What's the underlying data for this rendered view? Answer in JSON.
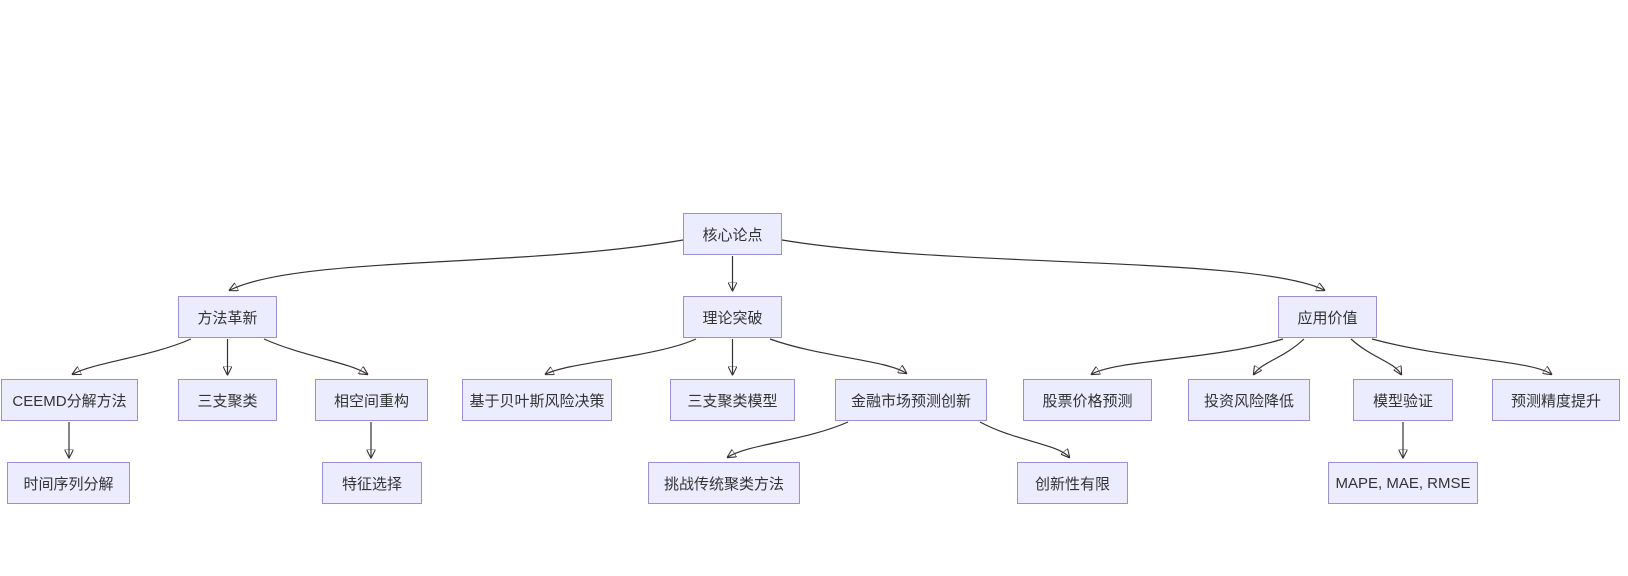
{
  "diagram": {
    "type": "flowchart",
    "direction": "top-down",
    "colors": {
      "node_fill": "#ECECFF",
      "node_border": "#9a90cf",
      "edge": "#333333",
      "text": "#333333",
      "background": "#ffffff"
    },
    "nodes": [
      {
        "id": "core",
        "label": "核心论点"
      },
      {
        "id": "method",
        "label": "方法革新"
      },
      {
        "id": "theory",
        "label": "理论突破"
      },
      {
        "id": "application",
        "label": "应用价值"
      },
      {
        "id": "ceemd",
        "label": "CEEMD分解方法"
      },
      {
        "id": "three-way",
        "label": "三支聚类"
      },
      {
        "id": "phase-space",
        "label": "相空间重构"
      },
      {
        "id": "bayes",
        "label": "基于贝叶斯风险决策"
      },
      {
        "id": "three-way-model",
        "label": "三支聚类模型"
      },
      {
        "id": "finance",
        "label": "金融市场预测创新"
      },
      {
        "id": "stock",
        "label": "股票价格预测"
      },
      {
        "id": "risk",
        "label": "投资风险降低"
      },
      {
        "id": "validation",
        "label": "模型验证"
      },
      {
        "id": "precision",
        "label": "预测精度提升"
      },
      {
        "id": "time-series",
        "label": "时间序列分解"
      },
      {
        "id": "feature",
        "label": "特征选择"
      },
      {
        "id": "challenge",
        "label": "挑战传统聚类方法"
      },
      {
        "id": "limited",
        "label": "创新性有限"
      },
      {
        "id": "metrics",
        "label": "MAPE, MAE, RMSE"
      }
    ],
    "edges": [
      {
        "from": "core",
        "to": "method"
      },
      {
        "from": "core",
        "to": "theory"
      },
      {
        "from": "core",
        "to": "application"
      },
      {
        "from": "method",
        "to": "ceemd"
      },
      {
        "from": "method",
        "to": "three-way"
      },
      {
        "from": "method",
        "to": "phase-space"
      },
      {
        "from": "theory",
        "to": "bayes"
      },
      {
        "from": "theory",
        "to": "three-way-model"
      },
      {
        "from": "theory",
        "to": "finance"
      },
      {
        "from": "application",
        "to": "stock"
      },
      {
        "from": "application",
        "to": "risk"
      },
      {
        "from": "application",
        "to": "validation"
      },
      {
        "from": "application",
        "to": "precision"
      },
      {
        "from": "ceemd",
        "to": "time-series"
      },
      {
        "from": "phase-space",
        "to": "feature"
      },
      {
        "from": "finance",
        "to": "challenge"
      },
      {
        "from": "finance",
        "to": "limited"
      },
      {
        "from": "validation",
        "to": "metrics"
      }
    ]
  }
}
